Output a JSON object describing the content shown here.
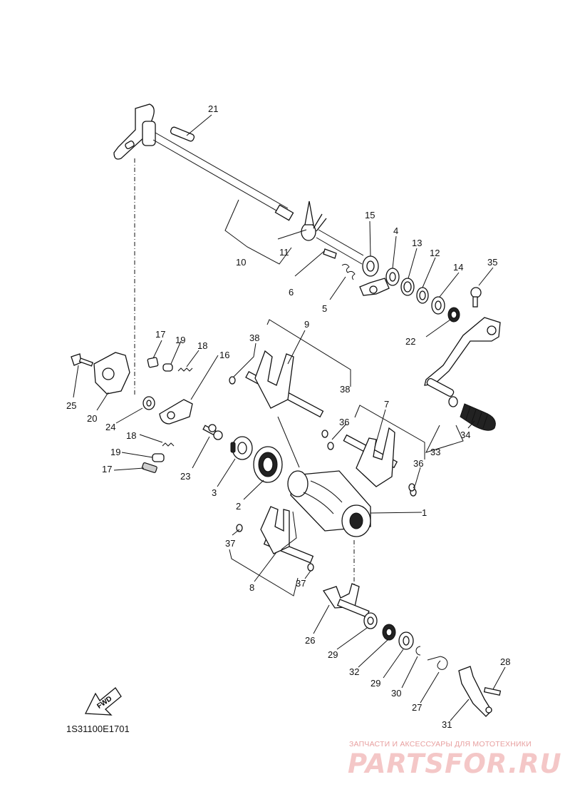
{
  "diagram": {
    "document_code": "1S31100E1701",
    "fwd_label": "FWD",
    "part_labels": {
      "p1": "1",
      "p2": "2",
      "p3": "3",
      "p4": "4",
      "p5": "5",
      "p6": "6",
      "p7": "7",
      "p8": "8",
      "p9": "9",
      "p10": "10",
      "p11": "11",
      "p12": "12",
      "p13": "13",
      "p14": "14",
      "p15": "15",
      "p16": "16",
      "p17a": "17",
      "p17b": "17",
      "p18a": "18",
      "p18b": "18",
      "p19a": "19",
      "p19b": "19",
      "p20": "20",
      "p21": "21",
      "p22": "22",
      "p23": "23",
      "p24": "24",
      "p25": "25",
      "p26": "26",
      "p27": "27",
      "p28": "28",
      "p29a": "29",
      "p29b": "29",
      "p30": "30",
      "p31": "31",
      "p32": "32",
      "p33": "33",
      "p34": "34",
      "p35": "35",
      "p36a": "36",
      "p36b": "36",
      "p37a": "37",
      "p37b": "37",
      "p38a": "38",
      "p38b": "38"
    }
  },
  "watermark": {
    "tagline": "ЗАПЧАСТИ И АКСЕССУАРЫ ДЛЯ МОТОТЕХНИКИ",
    "logo_text": "PARTSFOR.RU"
  }
}
